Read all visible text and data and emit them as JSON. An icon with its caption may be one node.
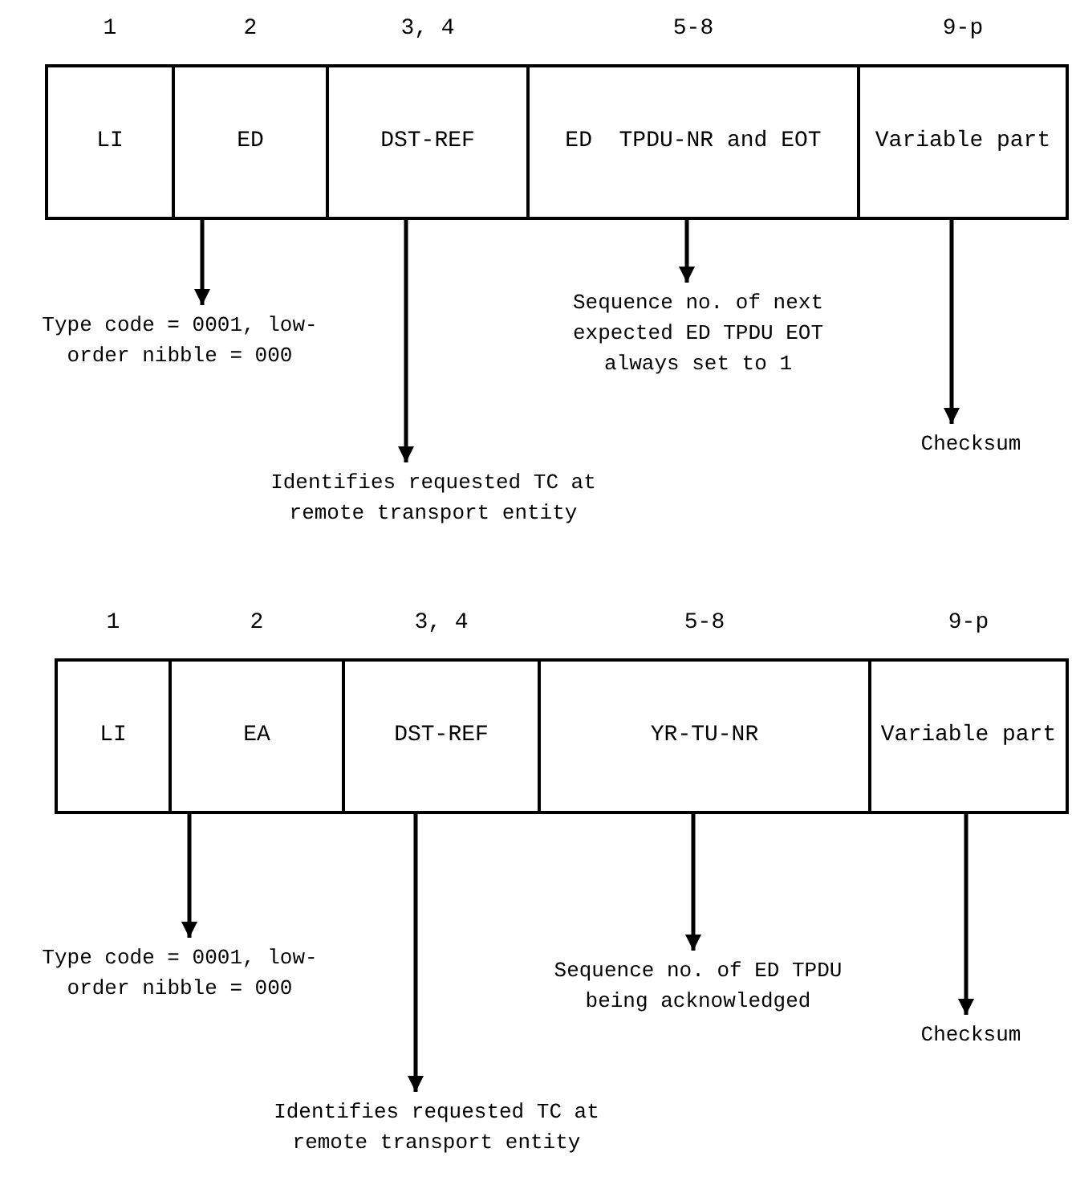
{
  "diagram": {
    "nodes": [
      {
        "text": [
          "LI"
        ],
        "beside": [
          "1"
        ]
      },
      {
        "text": [
          "ED"
        ],
        "beside": [
          "2"
        ]
      },
      {
        "text": [
          "DST-REF"
        ],
        "beside": [
          "3, 4"
        ]
      },
      {
        "text": [
          "ED  TPDU-NR and EOT"
        ],
        "beside": [
          "5-8"
        ]
      },
      {
        "text": [
          "Variable part"
        ],
        "beside": [
          "9-p"
        ]
      },
      {
        "text": [
          "Type code = 0001, low-order nibble = 000"
        ]
      },
      {
        "text": [
          "Identifies requested TC at remote transport entity"
        ]
      },
      {
        "text": [
          "Sequence no. of next expected ED TPDU EOT always set to 1"
        ]
      },
      {
        "text": [
          "Checksum"
        ]
      },
      {
        "text": [
          "LI"
        ],
        "beside": [
          "1"
        ]
      },
      {
        "text": [
          "EA"
        ],
        "beside": [
          "2"
        ]
      },
      {
        "text": [
          "DST-REF"
        ],
        "beside": [
          "3, 4"
        ]
      },
      {
        "text": [
          "YR-TU-NR"
        ],
        "beside": [
          "5-8"
        ]
      },
      {
        "text": [
          "Variable part"
        ],
        "beside": [
          "9-p"
        ]
      },
      {
        "text": [
          "Type code = 0001, low-order nibble = 000"
        ]
      },
      {
        "text": [
          "Identifies requested TC at remote transport entity"
        ]
      },
      {
        "text": [
          "Sequence no. of ED TPDU being acknowledged"
        ]
      },
      {
        "text": [
          "Checksum"
        ]
      }
    ],
    "edges": [
      {
        "from": 1,
        "to": 5,
        "arrow": "to"
      },
      {
        "from": 2,
        "to": 6,
        "arrow": "to"
      },
      {
        "from": 3,
        "to": 7,
        "arrow": "to"
      },
      {
        "from": 4,
        "to": 8,
        "arrow": "to"
      },
      {
        "from": 10,
        "to": 14,
        "arrow": "to"
      },
      {
        "from": 11,
        "to": 15,
        "arrow": "to"
      },
      {
        "from": 12,
        "to": 16,
        "arrow": "to"
      },
      {
        "from": 13,
        "to": 17,
        "arrow": "to"
      }
    ]
  }
}
